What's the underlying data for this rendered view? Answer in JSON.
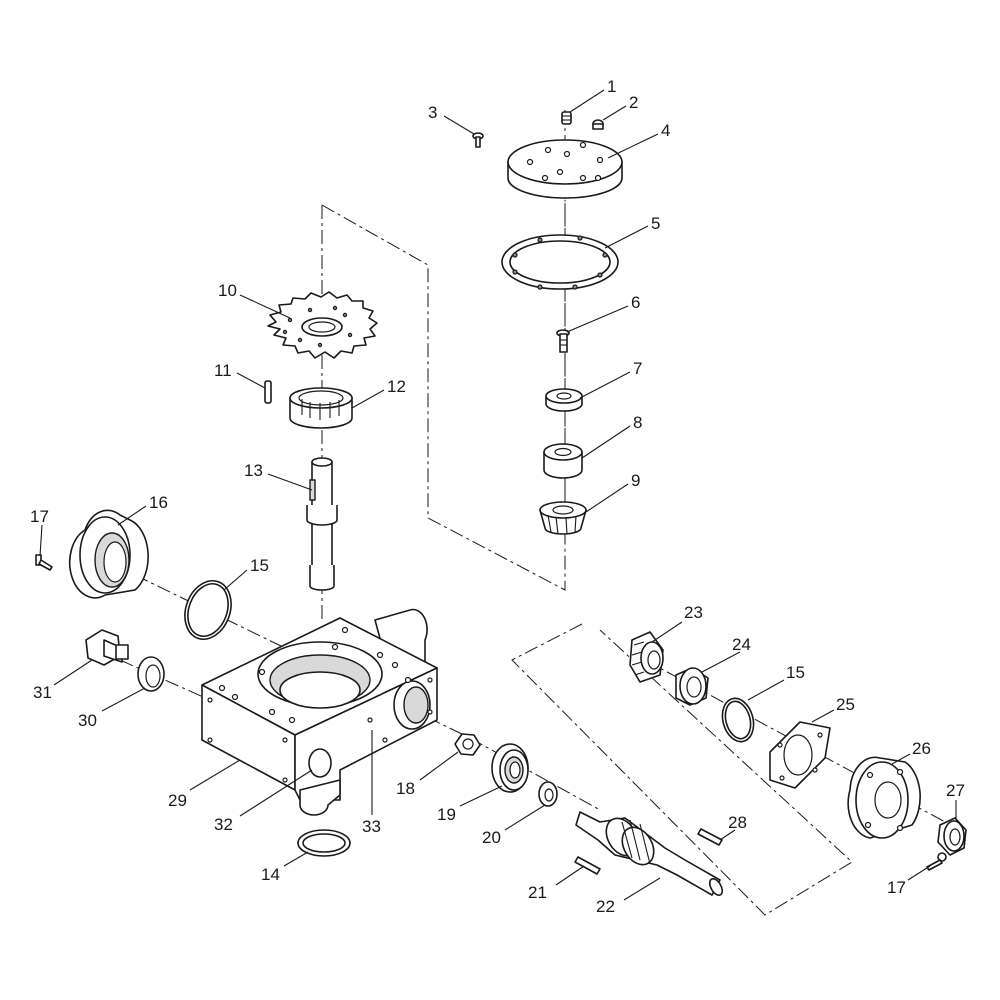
{
  "diagram": {
    "callouts": [
      {
        "id": "c1",
        "label": "1"
      },
      {
        "id": "c2",
        "label": "2"
      },
      {
        "id": "c3",
        "label": "3"
      },
      {
        "id": "c4",
        "label": "4"
      },
      {
        "id": "c5",
        "label": "5"
      },
      {
        "id": "c6",
        "label": "6"
      },
      {
        "id": "c7",
        "label": "7"
      },
      {
        "id": "c8",
        "label": "8"
      },
      {
        "id": "c9",
        "label": "9"
      },
      {
        "id": "c10",
        "label": "10"
      },
      {
        "id": "c11",
        "label": "11"
      },
      {
        "id": "c12",
        "label": "12"
      },
      {
        "id": "c13",
        "label": "13"
      },
      {
        "id": "c14",
        "label": "14"
      },
      {
        "id": "c15a",
        "label": "15"
      },
      {
        "id": "c15b",
        "label": "15"
      },
      {
        "id": "c16",
        "label": "16"
      },
      {
        "id": "c17a",
        "label": "17"
      },
      {
        "id": "c17b",
        "label": "17"
      },
      {
        "id": "c18",
        "label": "18"
      },
      {
        "id": "c19",
        "label": "19"
      },
      {
        "id": "c20",
        "label": "20"
      },
      {
        "id": "c21",
        "label": "21"
      },
      {
        "id": "c22",
        "label": "22"
      },
      {
        "id": "c23",
        "label": "23"
      },
      {
        "id": "c24",
        "label": "24"
      },
      {
        "id": "c25",
        "label": "25"
      },
      {
        "id": "c26",
        "label": "26"
      },
      {
        "id": "c27",
        "label": "27"
      },
      {
        "id": "c28",
        "label": "28"
      },
      {
        "id": "c29",
        "label": "29"
      },
      {
        "id": "c30",
        "label": "30"
      },
      {
        "id": "c31",
        "label": "31"
      },
      {
        "id": "c32",
        "label": "32"
      },
      {
        "id": "c33",
        "label": "33"
      }
    ]
  }
}
